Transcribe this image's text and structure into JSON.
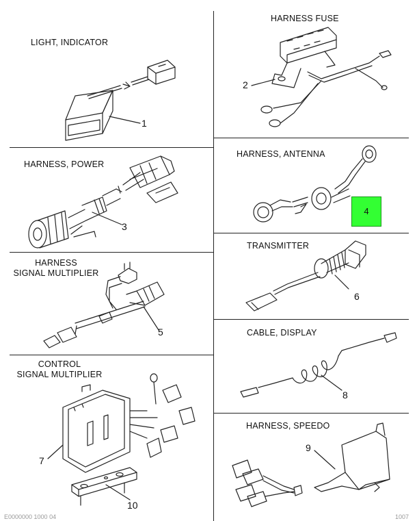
{
  "panels": {
    "light_indicator": {
      "title": "LIGHT, INDICATOR",
      "num": "1"
    },
    "harness_power": {
      "title": "HARNESS, POWER",
      "num": "3"
    },
    "harness_signal_multiplier": {
      "title_line1": "HARNESS",
      "title_line2": "SIGNAL MULTIPLIER",
      "num": "5"
    },
    "control_signal_multiplier": {
      "title_line1": "CONTROL",
      "title_line2": "SIGNAL MULTIPLIER",
      "num": "7",
      "num2": "10"
    },
    "harness_fuse": {
      "title": "HARNESS FUSE",
      "num": "2"
    },
    "harness_antenna": {
      "title": "HARNESS, ANTENNA",
      "num": "4"
    },
    "transmitter": {
      "title": "TRANSMITTER",
      "num": "6"
    },
    "cable_display": {
      "title": "CABLE, DISPLAY",
      "num": "8"
    },
    "harness_speedo": {
      "title": "HARNESS, SPEEDO",
      "num": "9"
    }
  },
  "colors": {
    "highlight": "#33ff33",
    "line": "#222222"
  },
  "footer": {
    "left": "E0000000 1000 04",
    "right": "1007"
  }
}
